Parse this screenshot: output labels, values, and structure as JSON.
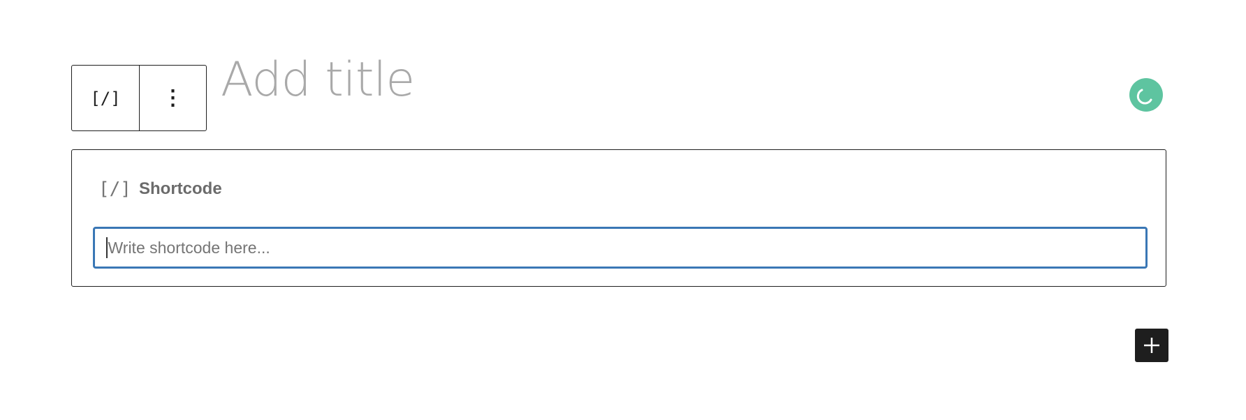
{
  "editor": {
    "title_placeholder": "Add title"
  },
  "block_toolbar": {
    "block_type_icon": "[/]",
    "more_options_icon": "⋮"
  },
  "shortcode_block": {
    "icon": "[/]",
    "label": "Shortcode",
    "input_placeholder": "Write shortcode here...",
    "input_value": ""
  },
  "colors": {
    "accent_focus": "#3a77b5",
    "status_avatar": "#5ec4a0",
    "inserter_bg": "#1e1e1e"
  },
  "icons": {
    "status": "loading-spinner-icon",
    "inserter": "plus-icon"
  }
}
